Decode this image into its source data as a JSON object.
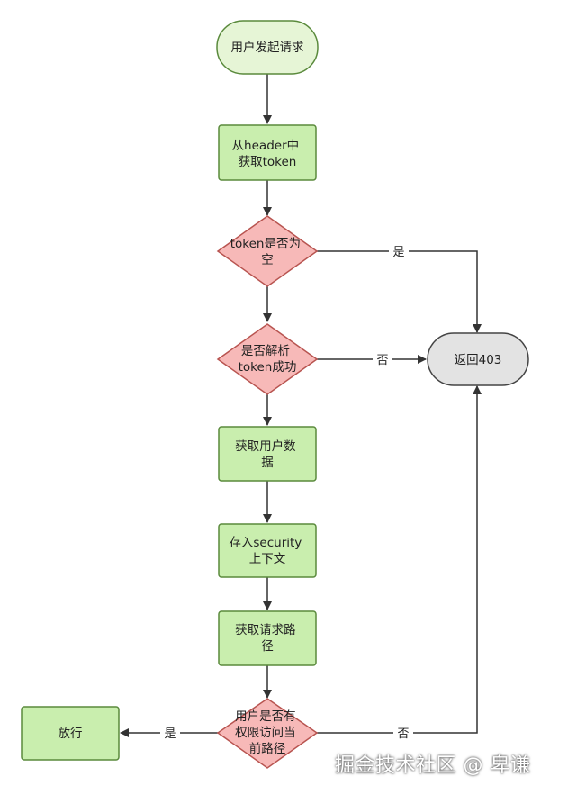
{
  "nodes": {
    "start": [
      "用户发起请求"
    ],
    "get_token": [
      "从header中",
      "获取token"
    ],
    "token_empty": [
      "token是否为",
      "空"
    ],
    "parse_token": [
      "是否解析",
      "token成功"
    ],
    "return_403": [
      "返回403"
    ],
    "get_user": [
      "获取用户数",
      "据"
    ],
    "store_security": [
      "存入security",
      "上下文"
    ],
    "get_path": [
      "获取请求路",
      "径"
    ],
    "has_permission": [
      "用户是否有",
      "权限访问当",
      "前路径"
    ],
    "allow": [
      "放行"
    ]
  },
  "edges": {
    "yes_empty": "是",
    "no_parse": "否",
    "yes_permission": "是",
    "no_permission": "否"
  },
  "watermark": "掘金技术社区 @ 卑谦",
  "colors": {
    "start_fill": "#e6f5d6",
    "process_fill": "#c9eeae",
    "process_stroke": "#5a8a3c",
    "decision_fill": "#f7b9b8",
    "decision_stroke": "#b85450",
    "terminal_fill": "#e3e3e3",
    "terminal_stroke": "#444444",
    "line": "#333333"
  }
}
